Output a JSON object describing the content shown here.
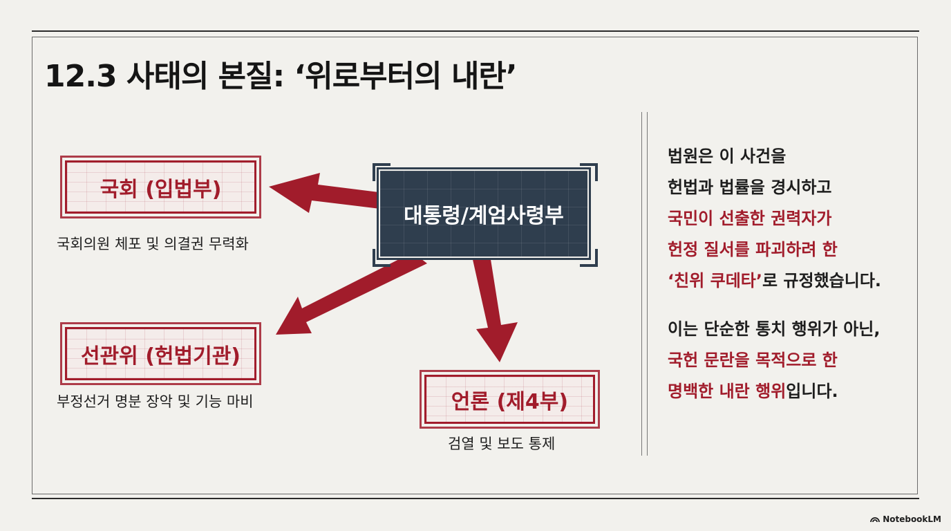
{
  "title": "12.3 사태의 본질: ‘위로부터의 내란’",
  "diagram": {
    "center": "대통령/계엄사령부",
    "nodes": [
      {
        "label": "국회 (입법부)",
        "desc": "국회의원 체포 및 의결권 무력화"
      },
      {
        "label": "선관위 (헌법기관)",
        "desc": "부정선거 명분 장악 및 기능 마비"
      },
      {
        "label": "언론 (제4부)",
        "desc": "검열 및 보도 통제"
      }
    ]
  },
  "right_panel": {
    "para1": {
      "line1": "법원은 이 사건을",
      "line2": "헌법과 법률을 경시하고",
      "line3": "국민이 선출한 권력자가",
      "line4": "헌정 질서를 파괴하려 한",
      "line5_red": "‘친위 쿠데타’",
      "line5_rest": "로 규정했습니다."
    },
    "para2": {
      "line1": "이는 단순한 통치 행위가 아닌,",
      "line2": "국헌 문란을 목적으로 한",
      "line3_red": "명백한 내란 행위",
      "line3_rest": "입니다."
    }
  },
  "branding": {
    "logo_text": "NotebookLM"
  },
  "colors": {
    "accent": "#a11c2b",
    "navy": "#2f3e4e",
    "background": "#f2f1ed"
  }
}
